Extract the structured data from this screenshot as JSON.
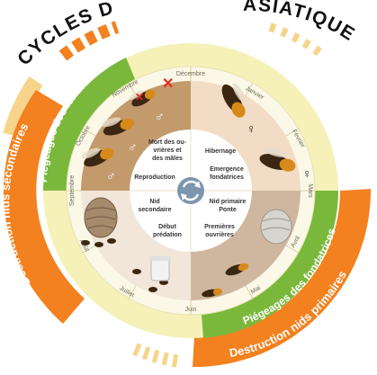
{
  "title": "CYCLES DU FRELON ASIATIQUE",
  "title_visible_left": "CYCLES DU",
  "title_visible_right": "ASIATIQUE",
  "outer_bands": {
    "destruction_secondaires": "Destruction nids secondaires",
    "destruction_primaires": "Destruction nids primaires",
    "piegeages_top": "Piégeages des fondatrices",
    "piegeages_bottom": "Piégeages des fondatrices"
  },
  "months": [
    "Décembre",
    "Janvier",
    "Février",
    "Mars",
    "Avril",
    "Mai",
    "Juin",
    "Juillet",
    "Août",
    "Septembre",
    "Octobre",
    "Novembre"
  ],
  "inner_labels": {
    "hibernage": "Hibernage",
    "emergence_1": "Emergence",
    "emergence_2": "fondatrices",
    "nid_primaire_1": "Nid primaire",
    "nid_primaire_2": "Ponte",
    "premieres_1": "Premières",
    "premieres_2": "ouvrières",
    "debut_1": "Début",
    "debut_2": "prédation",
    "nid_sec_1": "Nid",
    "nid_sec_2": "secondaire",
    "reproduction": "Reproduction",
    "mort_1": "Mort des ou-",
    "mort_2": "vrières et",
    "mort_3": "des mâles"
  },
  "symbols": {
    "male": "♂",
    "female": "♀",
    "cross": "✕"
  },
  "colors": {
    "orange": "#f3811f",
    "green": "#7ab83c",
    "pale_yellow": "#f6f1b8",
    "cream": "#fbf8e8",
    "q_tan": "#c39a6c",
    "q_peach": "#f3dcc6",
    "q_beige": "#cfb79f",
    "q_light": "#f1e6d9",
    "center_ring": "#ffffff",
    "logo_blue": "#7d95ad",
    "red": "#e02a1c"
  }
}
